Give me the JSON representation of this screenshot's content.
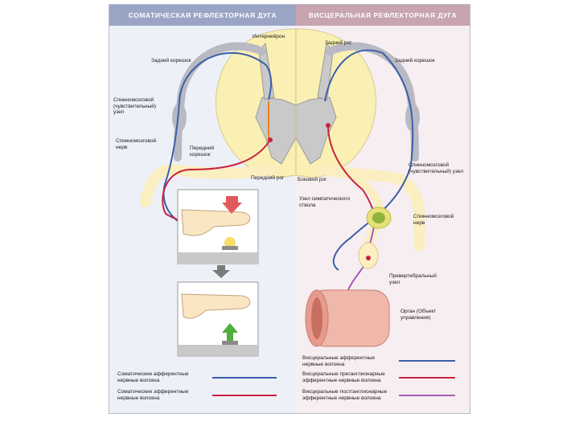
{
  "header": {
    "left": "СОМАТИЧЕСКАЯ РЕФЛЕКТОРНАЯ ДУГА",
    "right": "ВИСЦЕРАЛЬНАЯ РЕФЛЕКТОРНАЯ ДУГА"
  },
  "labels": {
    "interneuron": "Интернейрон",
    "dorsal_horn_right": "Задний рог",
    "dorsal_root_left": "Задний корешок",
    "dorsal_root_right": "Задний корешок",
    "spinal_ganglion_left": "Спинномозговой (чувствительный) узел",
    "spinal_nerve_left": "Спинномозговой нерв",
    "ventral_root": "Передний корешок",
    "ventral_horn": "Передний рог",
    "lateral_horn": "Боковой рог",
    "sympathetic_trunk_ganglion": "Узел симпатического ствола",
    "spinal_ganglion_right": "Спинномозговой (чувствительный) узел",
    "spinal_nerve_right": "Спинномозговой нерв",
    "prevertebral_ganglion": "Превертебральный узел",
    "target_organ": "Орган (Объект управления)"
  },
  "legend": {
    "left": [
      {
        "text": "Соматические афферентные нервные волокна",
        "color": "#3a5fa8"
      },
      {
        "text": "Соматические эфферентные нервные волокна",
        "color": "#c8233e"
      }
    ],
    "right": [
      {
        "text": "Висцеральные афферентные нервные волокна",
        "color": "#3a5fa8"
      },
      {
        "text": "Висцеральные преганглионарные эфферентные нервные волокна",
        "color": "#c8233e"
      },
      {
        "text": "Висцеральные постганглионарные эфферентные нервные волокна",
        "color": "#a55cb5"
      }
    ]
  },
  "colors": {
    "gray_matter": "#c9c9c9",
    "white_matter": "#fbf0b3",
    "nerve": "#fbeec0",
    "afferent": "#3a5fa8",
    "efferent": "#c8233e",
    "postganglionic": "#a55cb5",
    "organ": "#f0b7ab"
  }
}
